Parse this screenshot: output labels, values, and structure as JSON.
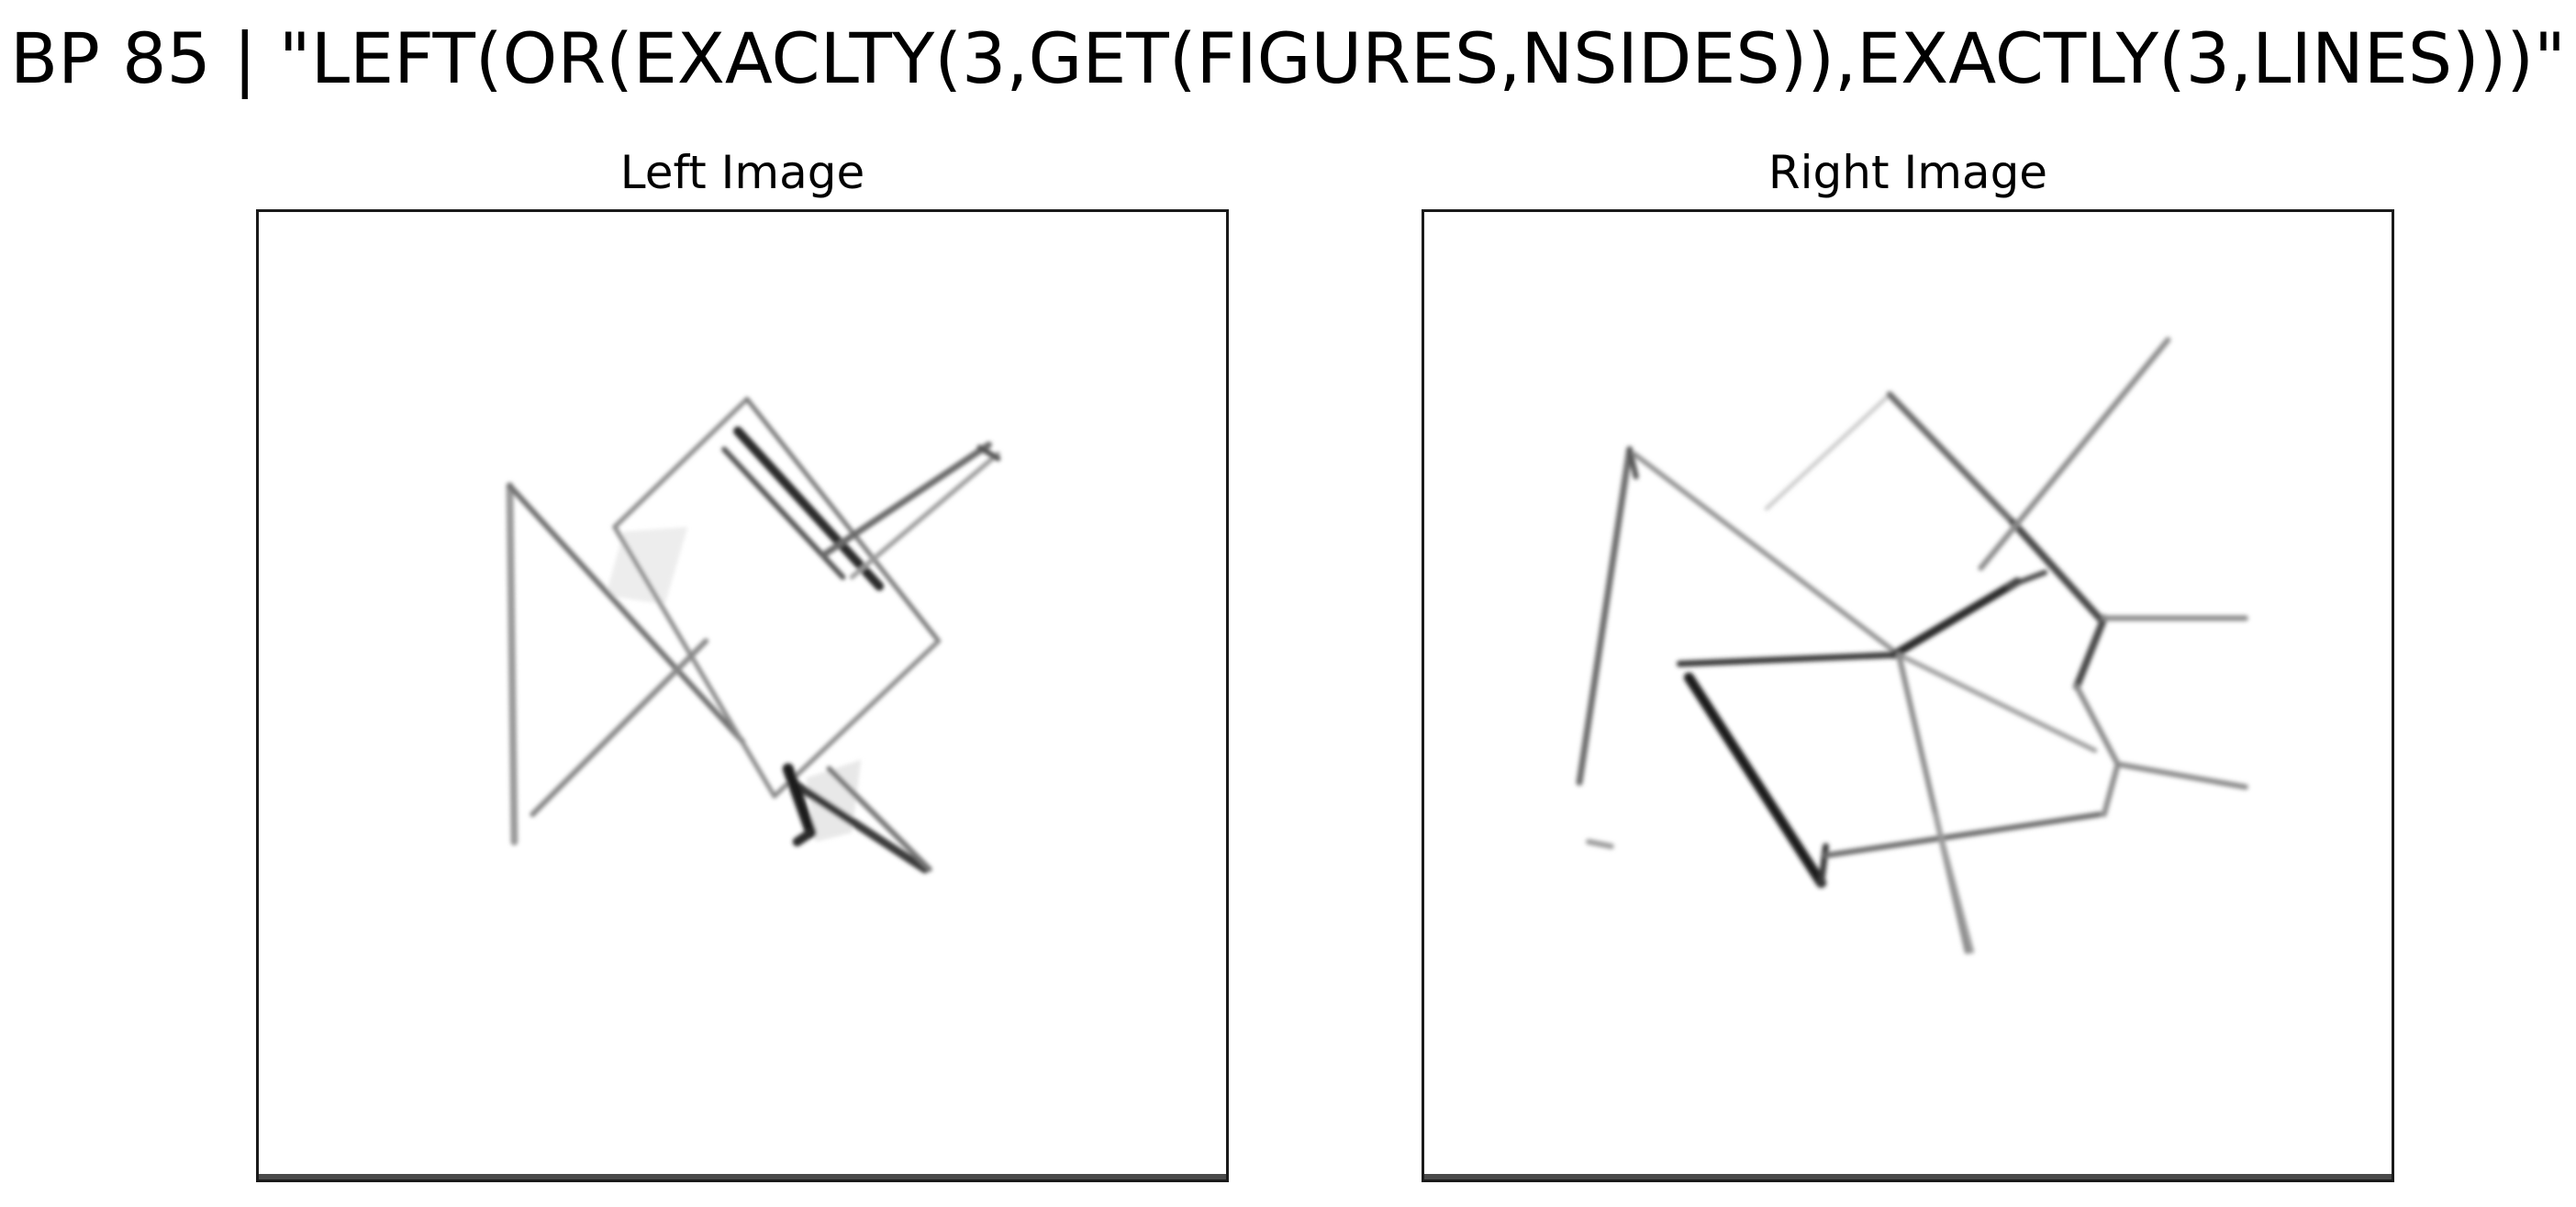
{
  "figure": {
    "title": "BP 85 | \"LEFT(OR(EXACLTY(3,GET(FIGURES,NSIDES)),EXACTLY(3,LINES)))\""
  },
  "panels": {
    "left": {
      "title": "Left Image"
    },
    "right": {
      "title": "Right Image"
    }
  },
  "colors": {
    "ink_dark": "#1a1a1a",
    "ink_mid": "#555555",
    "ink_light": "#9a9a9a",
    "ink_faint": "#cfcfcf",
    "frame": "#1a1a1a",
    "background": "#ffffff"
  }
}
